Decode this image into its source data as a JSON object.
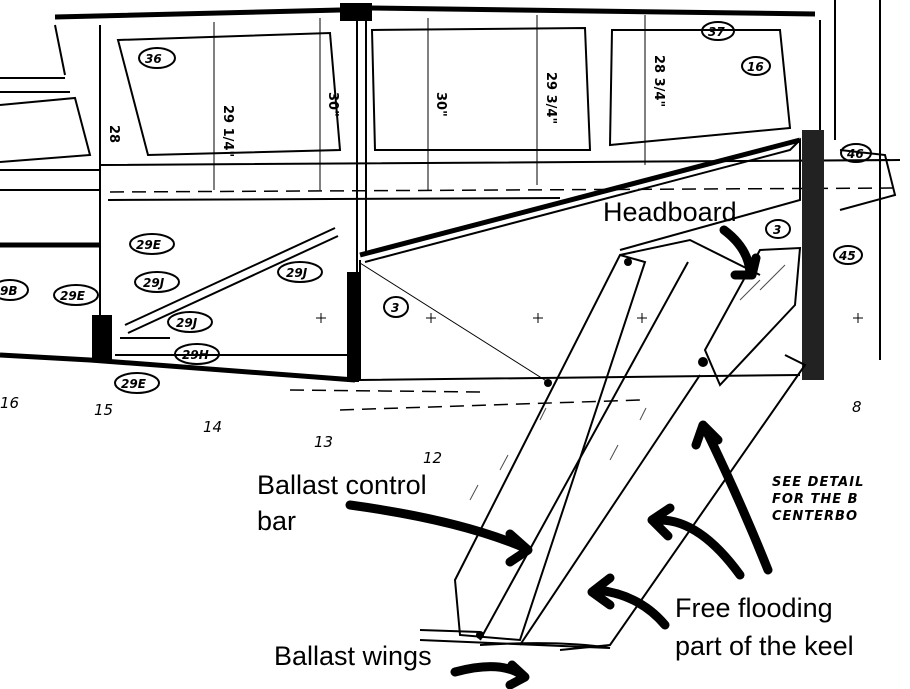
{
  "annotations": {
    "headboard": "Headboard",
    "ballast_control_bar_line1": "Ballast control",
    "ballast_control_bar_line2": "bar",
    "free_flooding_line1": "Free flooding",
    "free_flooding_line2": "part of the keel",
    "ballast_wings": "Ballast wings"
  },
  "part_tags": {
    "t36": "36",
    "t37": "37",
    "t16": "16",
    "t46": "46",
    "t3a": "3",
    "t3b": "3",
    "t45": "45",
    "t29e_top": "29E",
    "t29e_left": "29E",
    "t29e_bottom": "29E",
    "t29j_right": "29J",
    "t29j_left": "29J",
    "t29j_lower": "29J",
    "t29h": "29H",
    "t29b": "9B"
  },
  "dimensions": {
    "d1": "29 1/4\"",
    "d2": "30\"",
    "d3": "30\"",
    "d4": "29 3/4\"",
    "d5": "28 3/4\"",
    "d6": "28"
  },
  "stations": {
    "s16": "16",
    "s15": "15",
    "s14": "14",
    "s13": "13",
    "s12": "12",
    "s8": "8"
  },
  "note": {
    "line1": "SEE DETAIL",
    "line2": "FOR THE B",
    "line3": "CENTERBO"
  }
}
